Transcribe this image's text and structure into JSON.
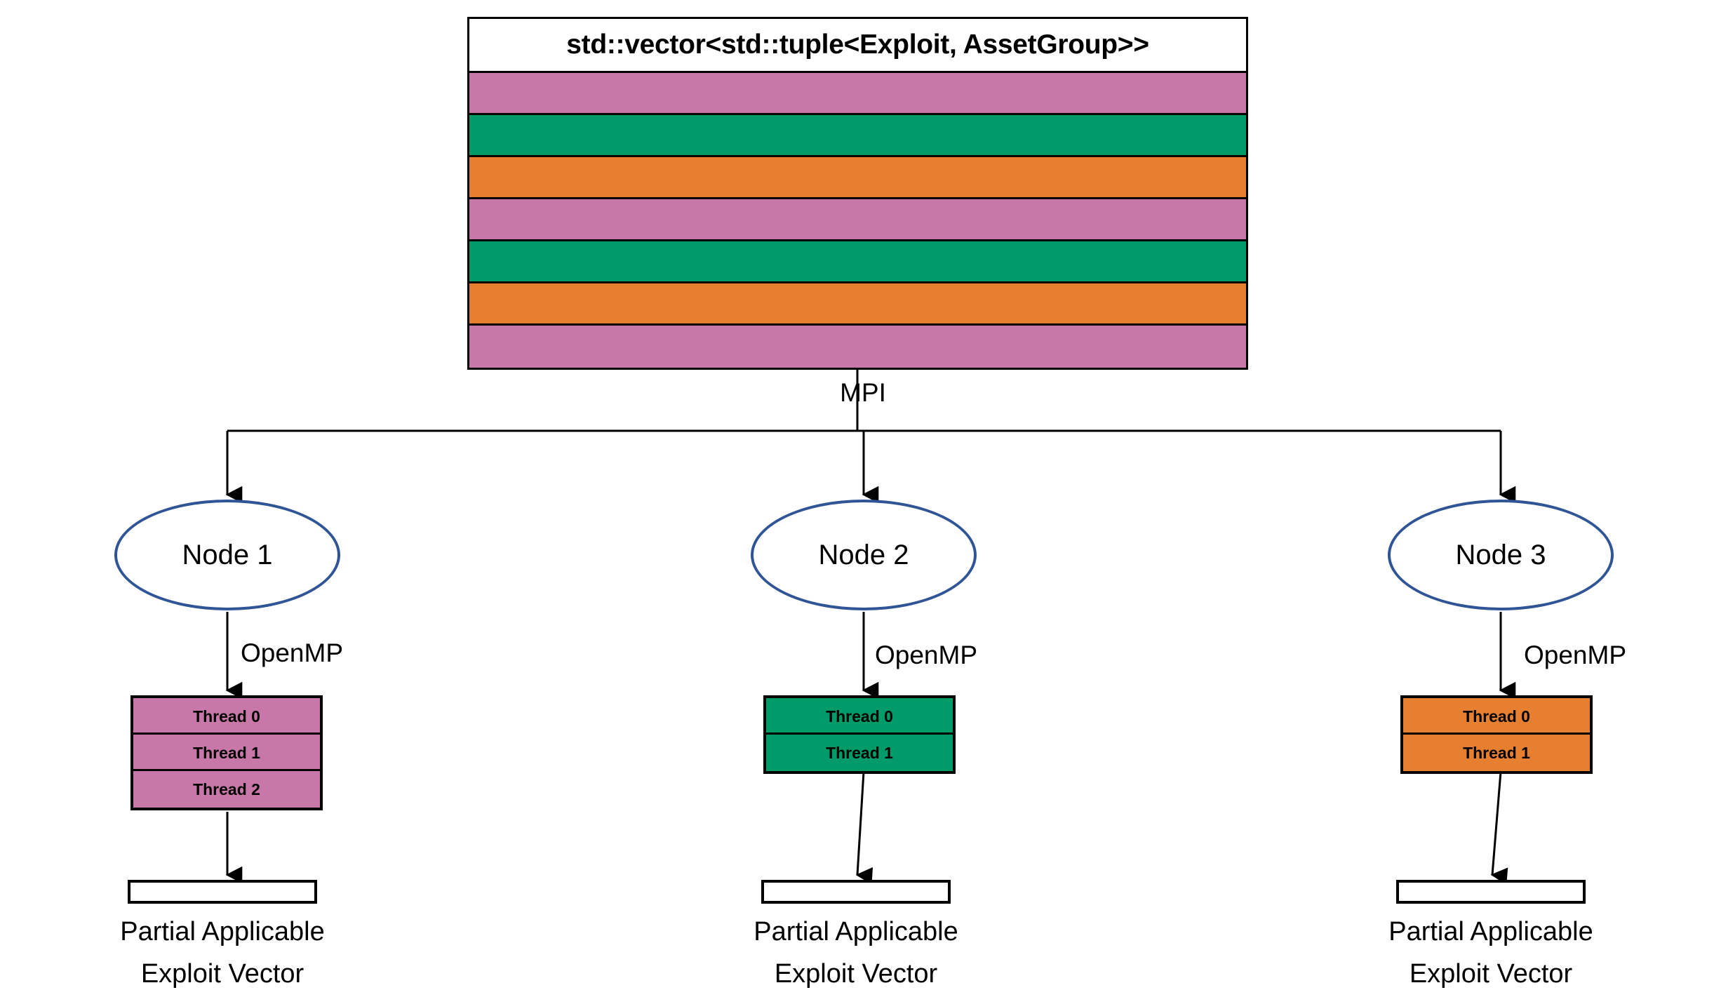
{
  "diagram": {
    "vector": {
      "title": "std::vector<std::tuple<Exploit, AssetGroup>>",
      "stripe_colors": [
        "#C878A8",
        "#009B68",
        "#E77F30",
        "#C878A8",
        "#009B68",
        "#E77F30",
        "#C878A8"
      ],
      "stripe_count": 7
    },
    "mpi_label": "MPI",
    "palette": {
      "pink": "#C878A8",
      "green": "#009B68",
      "orange": "#E77F30",
      "ellipse_stroke": "#2F5597",
      "outline": "#000000",
      "background": "#FFFFFF"
    },
    "nodes": [
      {
        "name": "Node 1",
        "openmp_label": "OpenMP",
        "thread_color": "#C878A8",
        "threads": [
          "Thread 0",
          "Thread 1",
          "Thread 2"
        ],
        "result_caption_line1": "Partial Applicable",
        "result_caption_line2": "Exploit Vector"
      },
      {
        "name": "Node 2",
        "openmp_label": "OpenMP",
        "thread_color": "#009B68",
        "threads": [
          "Thread 0",
          "Thread 1"
        ],
        "result_caption_line1": "Partial Applicable",
        "result_caption_line2": "Exploit Vector"
      },
      {
        "name": "Node 3",
        "openmp_label": "OpenMP",
        "thread_color": "#E77F30",
        "threads": [
          "Thread 0",
          "Thread 1"
        ],
        "result_caption_line1": "Partial Applicable",
        "result_caption_line2": "Exploit Vector"
      }
    ]
  }
}
